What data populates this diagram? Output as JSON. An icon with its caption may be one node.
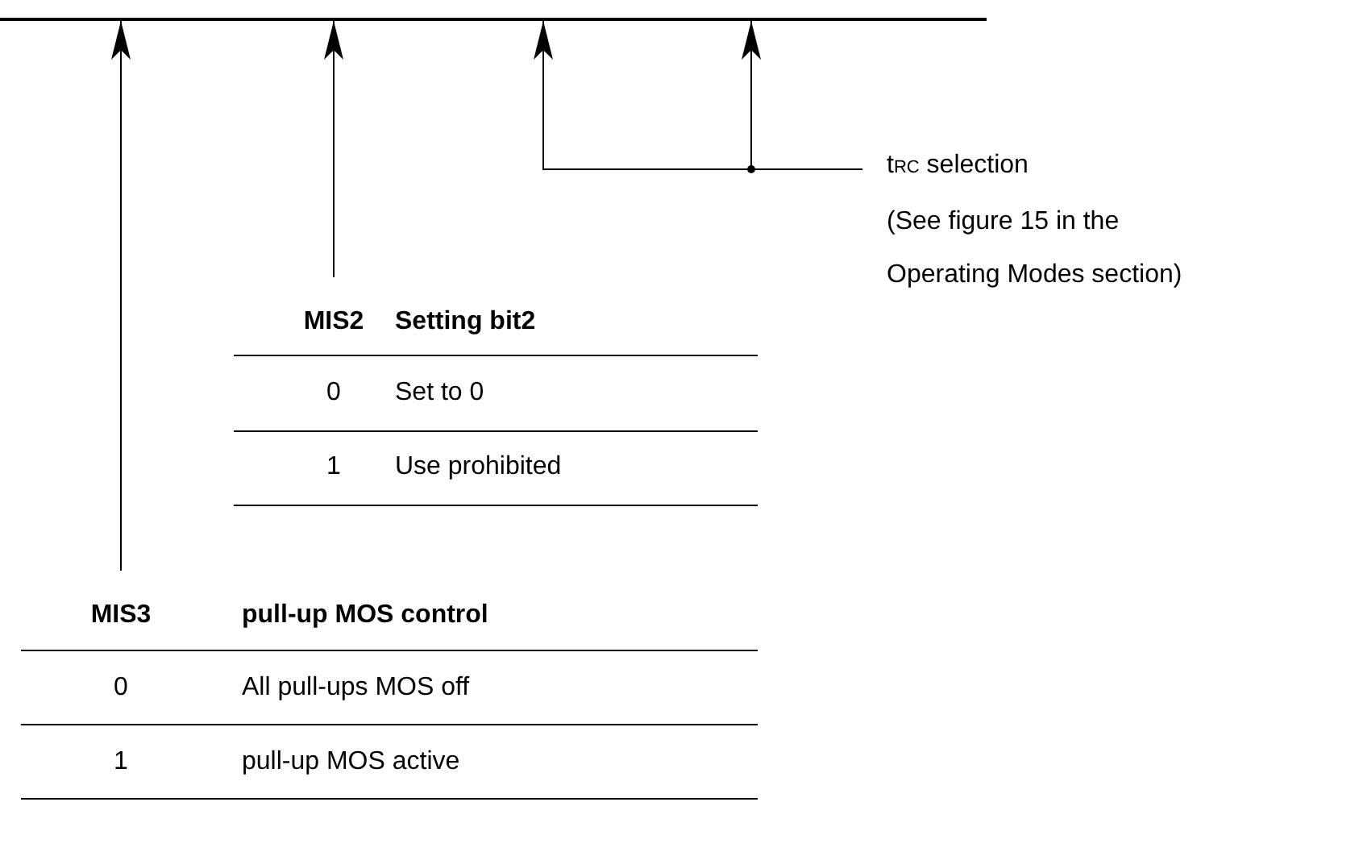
{
  "diagram": {
    "nodes": [
      {
        "text": [],
        "shape": "bar"
      },
      {
        "text": [
          "MIS3"
        ]
      },
      {
        "text": [
          "MIS2"
        ]
      },
      {
        "text": [
          "t$_{RC}$ selection",
          "(See figure 15 in the Operating Modes section)"
        ]
      }
    ],
    "edges": [
      {
        "from": 1,
        "to": 0,
        "arrow": "to"
      },
      {
        "from": 2,
        "to": 0,
        "arrow": "to"
      },
      {
        "from": 3,
        "to": 0,
        "arrow": "to"
      },
      {
        "from": 3,
        "to": 0,
        "arrow": "to"
      }
    ],
    "labels": [
      "Setting bit2",
      "0",
      "Set to 0",
      "1",
      "Use prohibited",
      "pull-up MOS control",
      "0",
      "All pull-ups MOS off",
      "1",
      "pull-up MOS active"
    ]
  }
}
